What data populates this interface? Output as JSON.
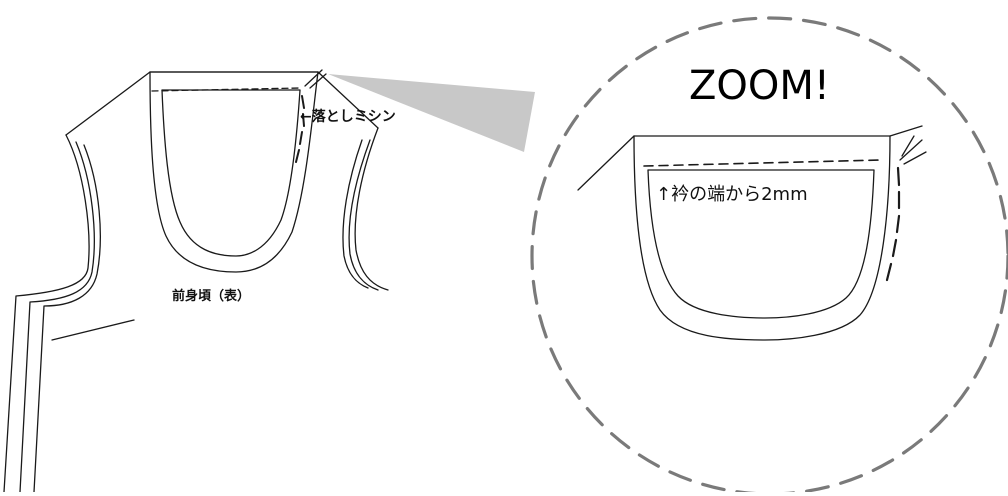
{
  "labels": {
    "stitch_in_the_ditch": "←落としミシン",
    "front_bodice": "前身頃（表）",
    "zoom": "ZOOM!",
    "collar_edge_note": "↑衿の端から2mm"
  },
  "colors": {
    "line": "#1a1a1a",
    "zoom_circle": "#7a7a7a",
    "zoom_wedge": "#c8c8c8",
    "background": "#ffffff"
  }
}
